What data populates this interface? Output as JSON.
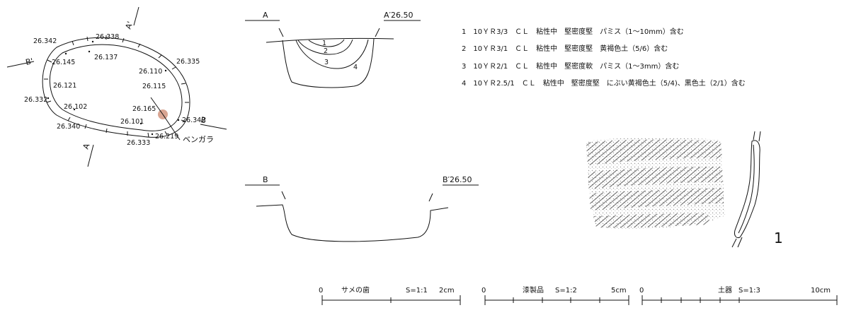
{
  "plan": {
    "section_marks": {
      "a_top": "A'",
      "a_bottom": "A",
      "b_left": "B'",
      "b_right": "B"
    },
    "elevations": [
      "26.338",
      "26.342",
      "26.137",
      "26.145",
      "26.335",
      "26.110",
      "26.121",
      "26.115",
      "26.332",
      "26.102",
      "26.165",
      "26.342",
      "26.340",
      "26.101",
      "26.219",
      "26.333"
    ],
    "bengara_label": "ベンガラ",
    "bengara_color": "#d9a592"
  },
  "section_a": {
    "left": "A",
    "right": "A′26.50",
    "layers": [
      "1",
      "2",
      "3",
      "4"
    ]
  },
  "section_b": {
    "left": "B",
    "right": "B′26.50"
  },
  "legend": [
    "1　10ＹＲ3/3　ＣＬ　粘性中　堅密度堅　パミス（1～10mm）含む",
    "2　10ＹＲ3/1　ＣＬ　粘性中　堅密度堅　黄褐色土（5/6）含む",
    "3　10ＹＲ2/1　ＣＬ　粘性中　堅密度軟　パミス（1～3mm）含む",
    "4　10ＹＲ2.5/1　ＣＬ　粘性中　堅密度堅　にぶい黄褐色土（5/4)、黒色土（2/1）含む"
  ],
  "artifact_number": "1",
  "scales": [
    {
      "zero": "0",
      "name": "サメの歯",
      "ratio": "S=1:1",
      "max": "2cm"
    },
    {
      "zero": "0",
      "name": "漆製品",
      "ratio": "S=1:2",
      "max": "5cm"
    },
    {
      "zero": "0",
      "name": "土器",
      "ratio": "S=1:3",
      "max": "10cm"
    }
  ]
}
